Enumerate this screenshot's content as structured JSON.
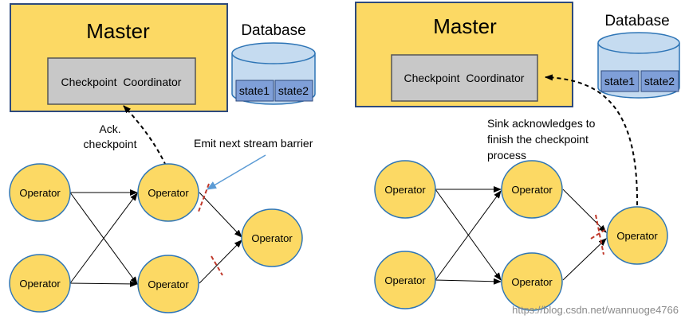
{
  "left_panel": {
    "master": {
      "title": "Master"
    },
    "coordinator": {
      "label": "Checkpoint  Coordinator"
    },
    "database": {
      "title": "Database",
      "states": [
        "state1",
        "state2"
      ]
    },
    "ack_annotation": [
      "Ack.",
      "checkpoint"
    ],
    "barrier_annotation": "Emit next stream barrier",
    "operators": [
      "Operator",
      "Operator",
      "Operator",
      "Operator",
      "Operator"
    ]
  },
  "right_panel": {
    "master": {
      "title": "Master"
    },
    "coordinator": {
      "label": "Checkpoint  Coordinator"
    },
    "database": {
      "title": "Database",
      "states": [
        "state1",
        "state2"
      ]
    },
    "sink_annotation": [
      "Sink acknowledges to",
      "finish the checkpoint",
      "process"
    ],
    "operators": [
      "Operator",
      "Operator",
      "Operator",
      "Operator",
      "Operator"
    ]
  },
  "watermark": "https://blog.csdn.net/wannuoge4766",
  "colors": {
    "master_fill": "#fcd964",
    "coordinator_fill": "#c8c8c8",
    "operator_fill": "#fcd964",
    "db_fill": "#c5dbf0",
    "state_fill": "#7f9fd8",
    "barrier": "#c0392b",
    "barrier_arrow": "#5b9bd5"
  }
}
